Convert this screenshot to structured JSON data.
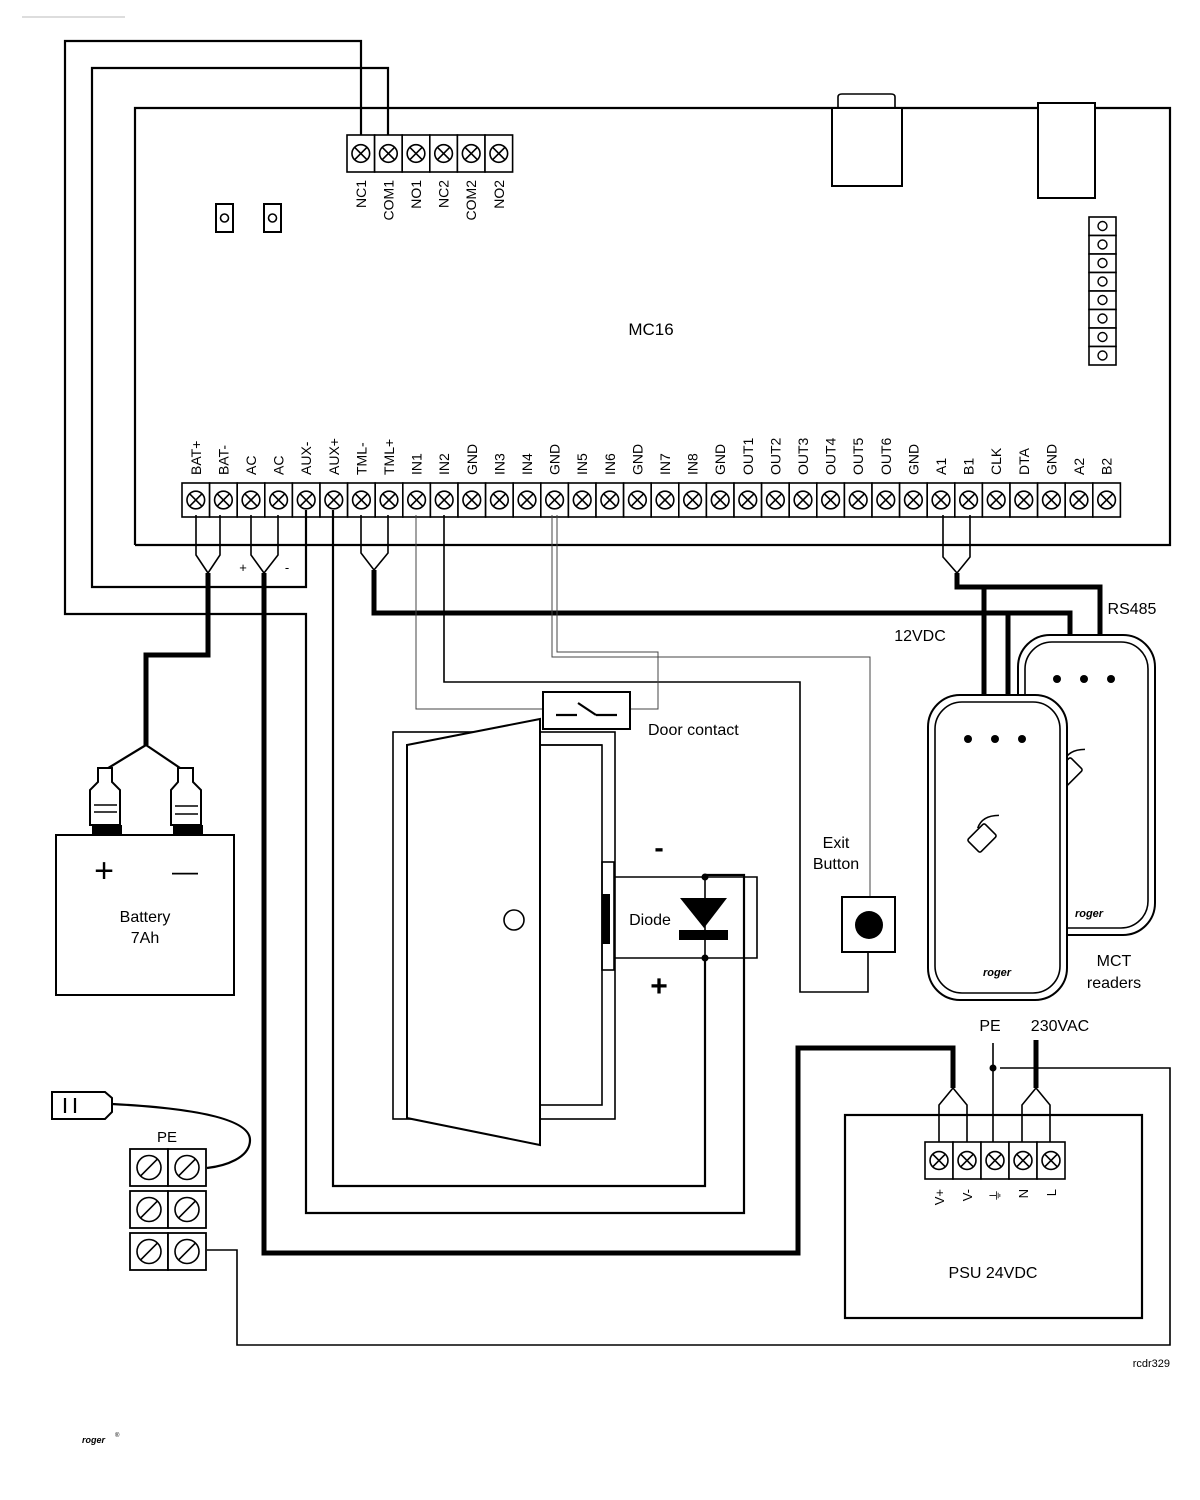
{
  "controller": {
    "name": "MC16",
    "relay_terminals": [
      "NC1",
      "COM1",
      "NO1",
      "NC2",
      "COM2",
      "NO2"
    ],
    "main_terminals": [
      "BAT+",
      "BAT-",
      "AC",
      "AC",
      "AUX-",
      "AUX+",
      "TML-",
      "TML+",
      "IN1",
      "IN2",
      "GND",
      "IN3",
      "IN4",
      "GND",
      "IN5",
      "IN6",
      "GND",
      "IN7",
      "IN8",
      "GND",
      "OUT1",
      "OUT2",
      "OUT3",
      "OUT4",
      "OUT5",
      "OUT6",
      "GND",
      "A1",
      "B1",
      "CLK",
      "DTA",
      "GND",
      "A2",
      "B2"
    ],
    "ac_plus": "+",
    "ac_minus": "-"
  },
  "battery": {
    "label_line1": "Battery",
    "label_line2": "7Ah",
    "plus": "+",
    "minus": "—"
  },
  "labels": {
    "rs485": "RS485",
    "vdc12": "12VDC",
    "door_contact": "Door contact",
    "exit_button_line1": "Exit",
    "exit_button_line2": "Button",
    "diode": "Diode",
    "lock_minus": "-",
    "lock_plus": "+",
    "readers_line1": "MCT",
    "readers_line2": "readers",
    "reader_brand": "roger",
    "pe_top": "PE",
    "vac230": "230VAC",
    "pe_block": "PE",
    "drawing_id": "rcdr329",
    "footer_brand": "roger",
    "footer_reg": "®"
  },
  "psu": {
    "name": "PSU 24VDC",
    "terminals": [
      "V+",
      "V-",
      "⏚",
      "N",
      "L"
    ]
  }
}
